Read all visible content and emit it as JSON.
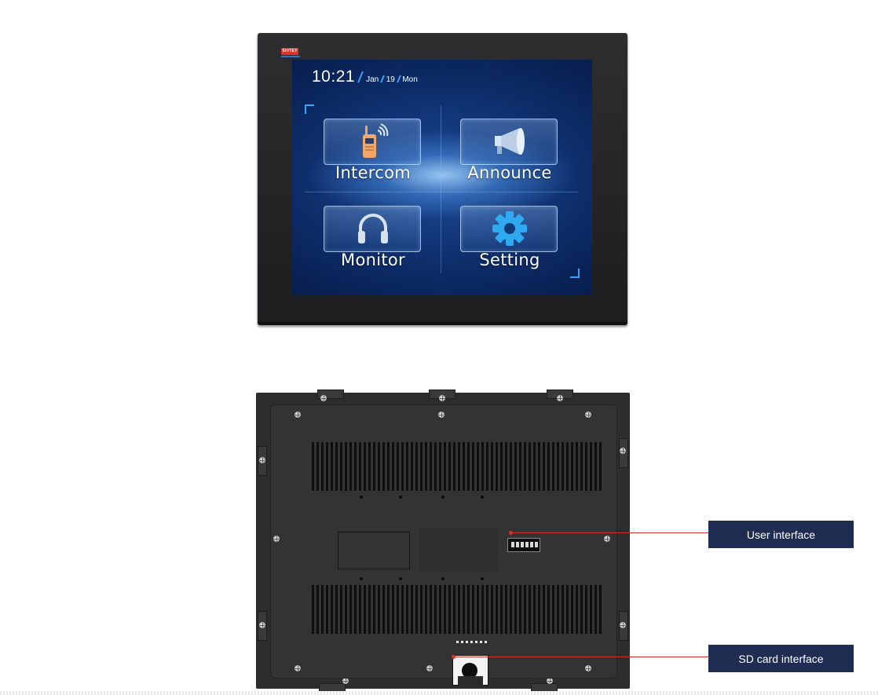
{
  "front_panel": {
    "logo_text": "SHITEY",
    "clock": {
      "time": "10:21",
      "month": "Jan",
      "day": "19",
      "weekday": "Mon"
    },
    "menu": [
      {
        "label": "Intercom",
        "icon": "walkie-talkie-icon"
      },
      {
        "label": "Announce",
        "icon": "megaphone-icon"
      },
      {
        "label": "Monitor",
        "icon": "headphones-icon"
      },
      {
        "label": "Setting",
        "icon": "gear-icon"
      }
    ]
  },
  "callouts": {
    "user_interface": "User interface",
    "sd_card_interface": "SD card interface"
  },
  "colors": {
    "accent_blue": "#39a7ff",
    "callout_box": "#1f2d52",
    "callout_line": "#d7302b",
    "intercom_icon": "#f3a66a",
    "setting_icon": "#2fa9f0"
  }
}
